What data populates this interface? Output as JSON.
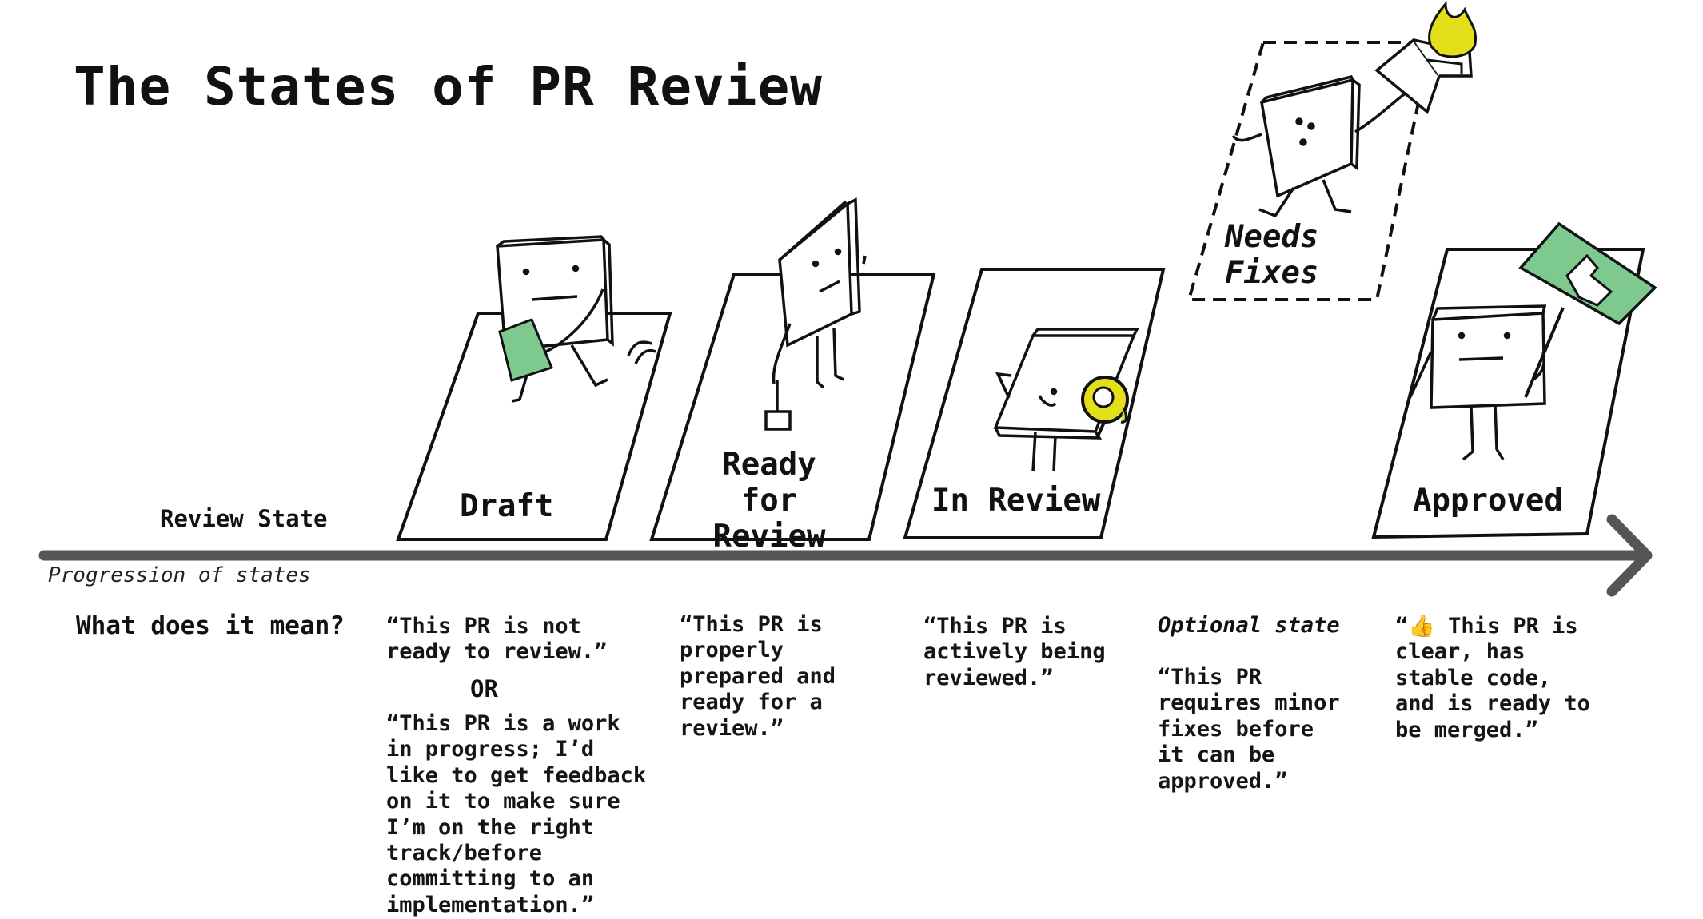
{
  "title": "The States of PR Review",
  "rows": {
    "review_state": "Review State",
    "progression": "Progression of states",
    "meaning": "What does it mean?"
  },
  "stages": [
    {
      "label": "Draft",
      "description": "“This PR is not\nready to review.”",
      "separator": "OR",
      "description_alt": "“This PR is a work\nin progress; I’d\nlike to get feedback\non it to make sure\nI’m on the right\ntrack/before\ncommitting to an\nimplementation.”"
    },
    {
      "label": "Ready for\nReview",
      "description": "“This PR is\nproperly\nprepared and\nready for a\nreview.”"
    },
    {
      "label": "In Review",
      "description": "“This PR is\nactively being\nreviewed.”"
    },
    {
      "label": "Needs\nFixes",
      "note": "Optional state",
      "description": "“This PR\nrequires minor\nfixes before\nit can be\napproved.”"
    },
    {
      "label": "Approved",
      "description": "“👍 This PR is\nclear, has\nstable code,\nand is ready to\nbe merged.”"
    }
  ],
  "colors": {
    "arrow": "#555555",
    "green": "#7dc98e",
    "yellow": "#e3e01b",
    "ink": "#111111"
  },
  "icons": [
    "document-character-icon",
    "green-paper-icon",
    "magnifying-glass-icon",
    "laptop-on-fire-icon",
    "thumbs-up-sign-icon",
    "hiking-stick-icon"
  ]
}
